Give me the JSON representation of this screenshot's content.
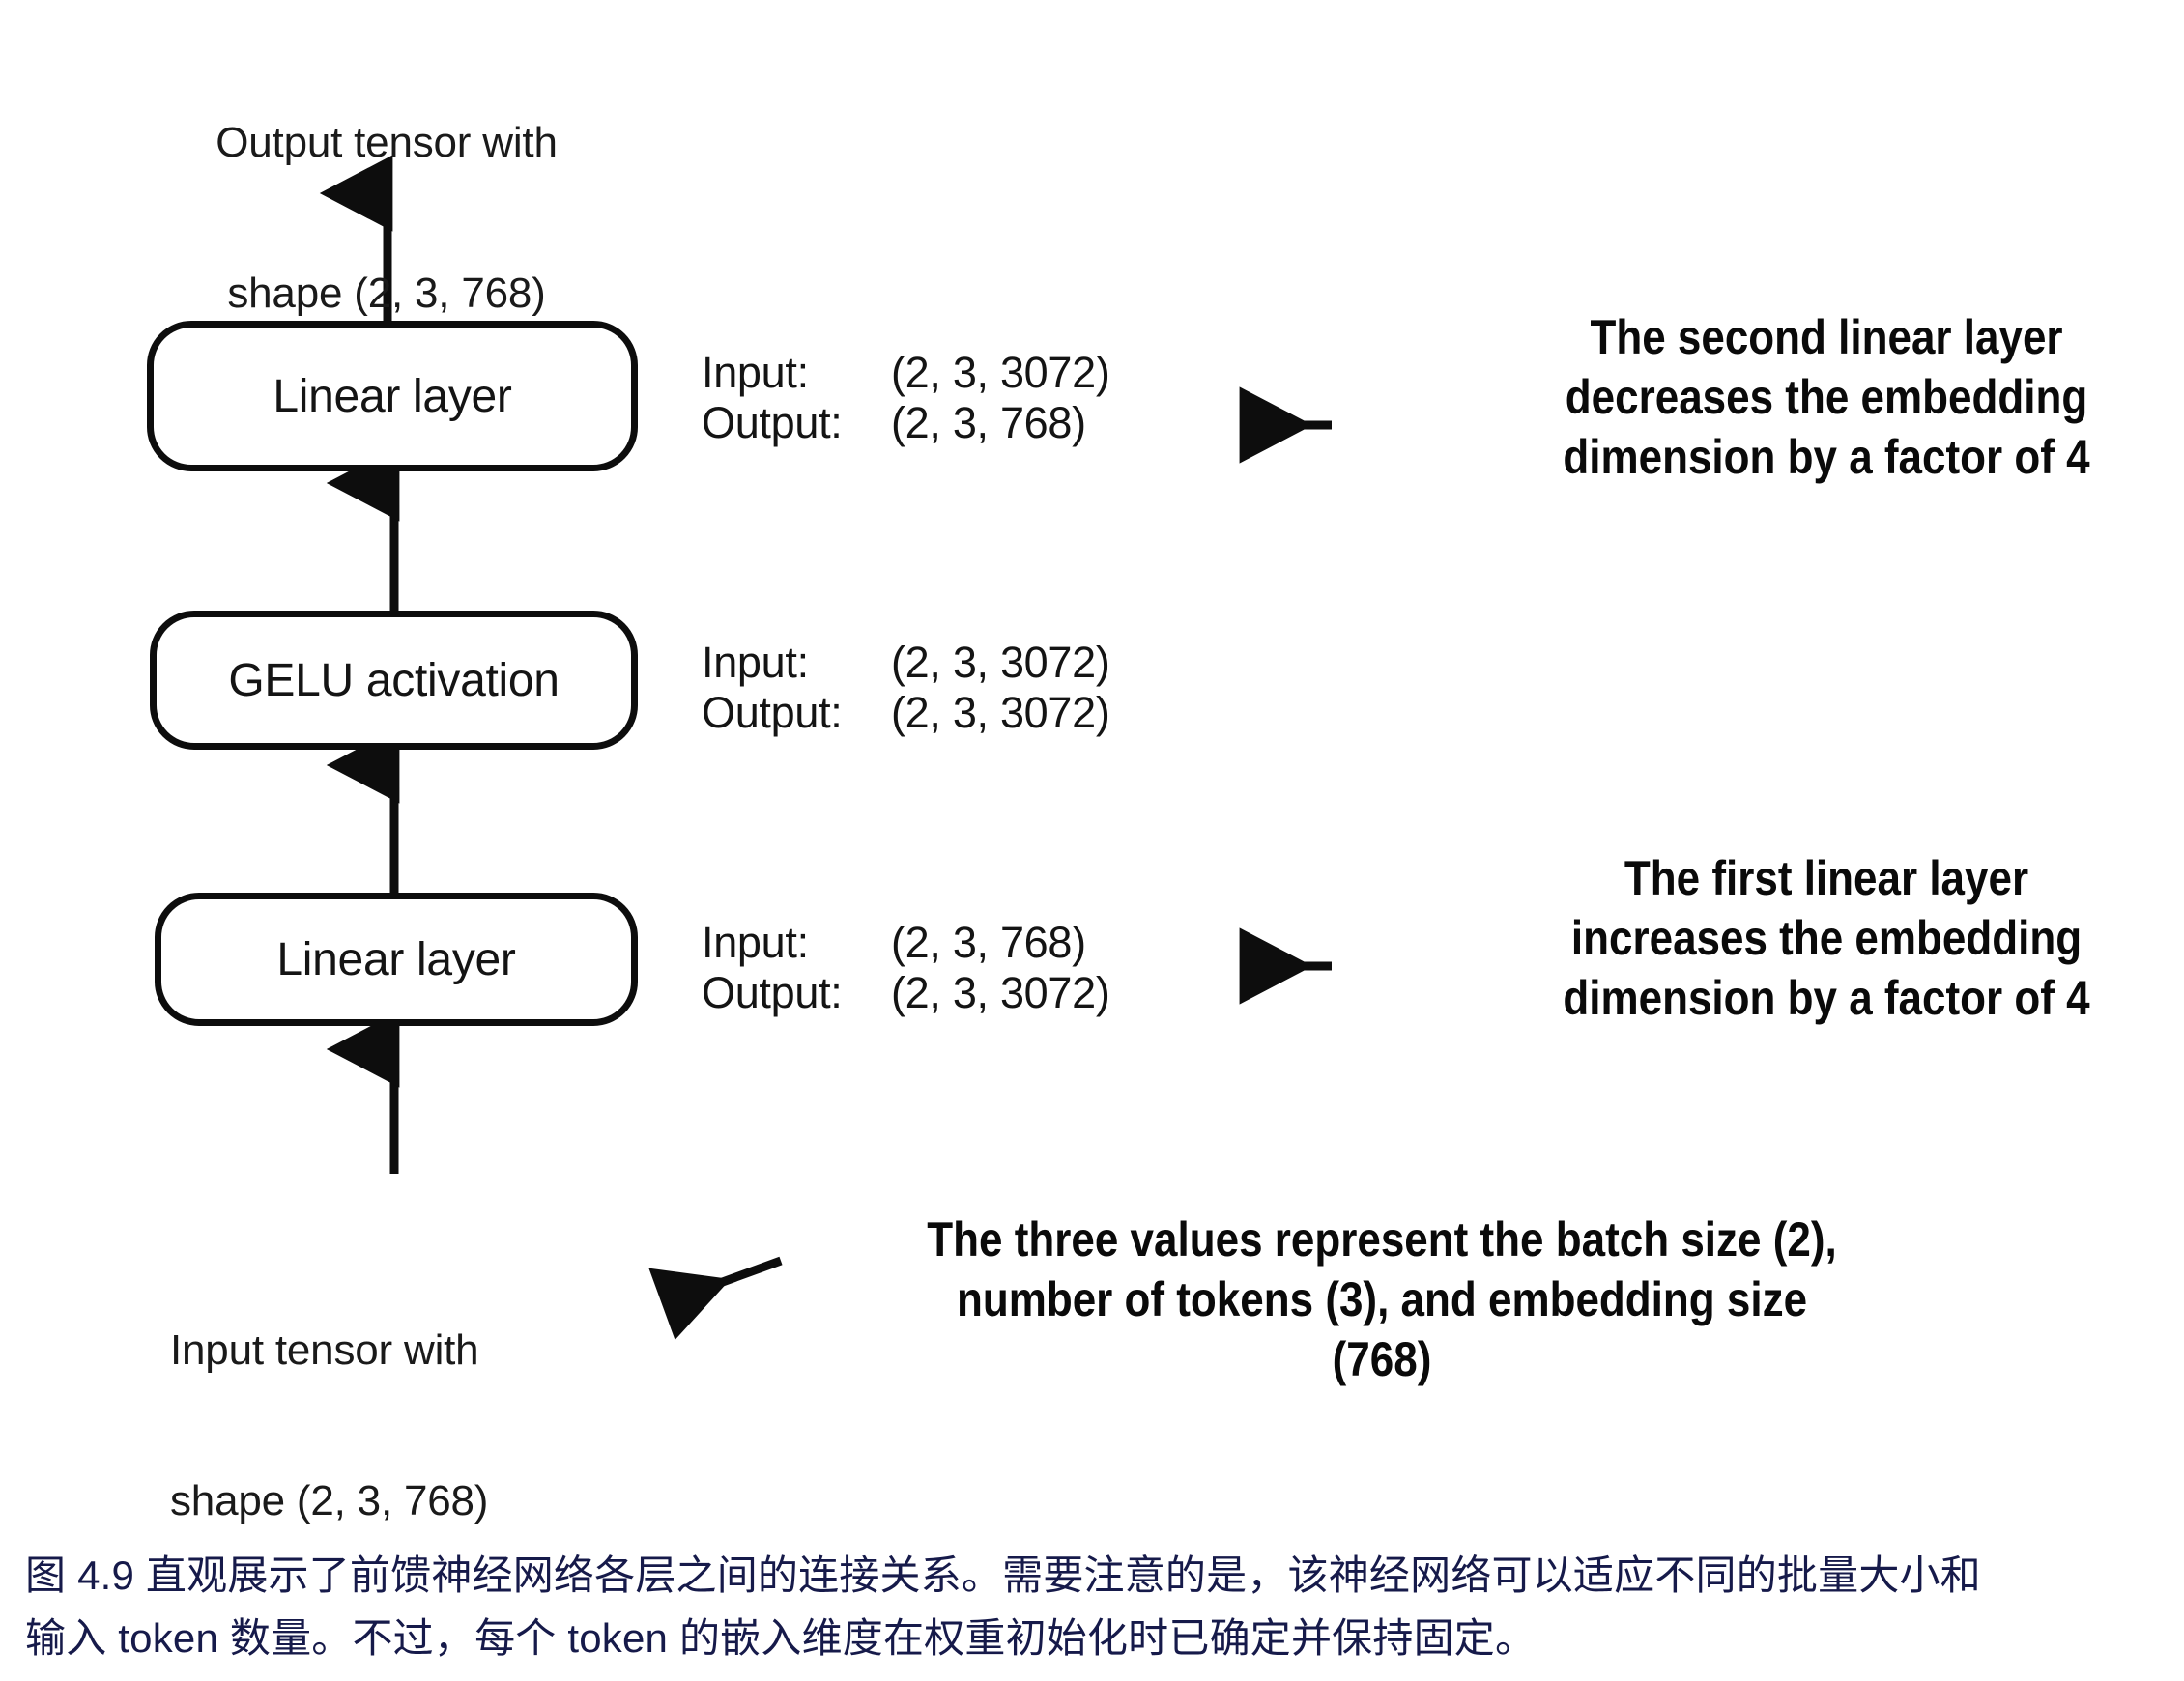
{
  "figure": {
    "top_label": {
      "line1": "Output tensor with",
      "line2": "shape (2, 3, 768)"
    },
    "bottom_label": {
      "line1": "Input tensor with",
      "line2": "shape (2, 3, 768)"
    },
    "nodes": [
      {
        "id": "linear-2",
        "label": "Linear layer"
      },
      {
        "id": "gelu",
        "label": "GELU activation"
      },
      {
        "id": "linear-1",
        "label": "Linear layer"
      }
    ],
    "io_specs": [
      {
        "for": "linear-2",
        "input_key": "Input:",
        "input_value": "(2, 3, 3072)",
        "output_key": "Output:",
        "output_value": "(2, 3, 768)"
      },
      {
        "for": "gelu",
        "input_key": "Input:",
        "input_value": "(2, 3, 3072)",
        "output_key": "Output:",
        "output_value": "(2, 3, 3072)"
      },
      {
        "for": "linear-1",
        "input_key": "Input:",
        "input_value": "(2, 3, 768)",
        "output_key": "Output:",
        "output_value": "(2, 3, 3072)"
      }
    ],
    "annotations": [
      {
        "id": "second-linear-note",
        "lines": [
          "The second linear layer",
          "decreases the embedding",
          "dimension by a factor of 4"
        ]
      },
      {
        "id": "first-linear-note",
        "lines": [
          "The first linear layer",
          "increases the embedding",
          "dimension by a factor of 4"
        ]
      },
      {
        "id": "three-values-note",
        "lines": [
          "The three values represent the batch size (2),",
          "number of tokens (3), and embedding size",
          "(768)"
        ]
      }
    ]
  },
  "caption": {
    "line1": "图 4.9 直观展示了前馈神经网络各层之间的连接关系。需要注意的是，该神经网络可以适应不同的批量大小和",
    "line2": "输入 token 数量。不过，每个 token 的嵌入维度在权重初始化时已确定并保持固定。"
  },
  "colors": {
    "ink": "#0d0d0d",
    "text": "#141414",
    "caption": "#161a4a",
    "background": "#ffffff"
  }
}
